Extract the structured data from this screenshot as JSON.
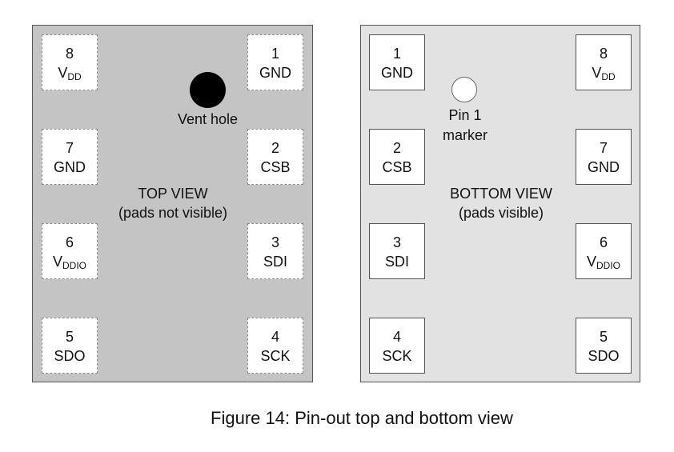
{
  "top_view": {
    "title": "TOP VIEW",
    "subtitle": "(pads not visible)",
    "vent_label": "Vent hole",
    "pads": [
      {
        "num": "8",
        "name": "V",
        "sub": "DD"
      },
      {
        "num": "1",
        "name": "GND",
        "sub": ""
      },
      {
        "num": "7",
        "name": "GND",
        "sub": ""
      },
      {
        "num": "2",
        "name": "CSB",
        "sub": ""
      },
      {
        "num": "6",
        "name": "V",
        "sub": "DDIO"
      },
      {
        "num": "3",
        "name": "SDI",
        "sub": ""
      },
      {
        "num": "5",
        "name": "SDO",
        "sub": ""
      },
      {
        "num": "4",
        "name": "SCK",
        "sub": ""
      }
    ]
  },
  "bottom_view": {
    "title": "BOTTOM VIEW",
    "subtitle": "(pads visible)",
    "marker_label_line1": "Pin 1",
    "marker_label_line2": "marker",
    "pads": [
      {
        "num": "1",
        "name": "GND",
        "sub": ""
      },
      {
        "num": "8",
        "name": "V",
        "sub": "DD"
      },
      {
        "num": "2",
        "name": "CSB",
        "sub": ""
      },
      {
        "num": "7",
        "name": "GND",
        "sub": ""
      },
      {
        "num": "3",
        "name": "SDI",
        "sub": ""
      },
      {
        "num": "6",
        "name": "V",
        "sub": "DDIO"
      },
      {
        "num": "4",
        "name": "SCK",
        "sub": ""
      },
      {
        "num": "5",
        "name": "SDO",
        "sub": ""
      }
    ]
  },
  "caption": "Figure 14: Pin-out top and bottom view",
  "colors": {
    "top_package_fill": "#c4c4c4",
    "bottom_package_fill": "#e2e2e2",
    "vent_hole": "#000000",
    "pad_fill": "#ffffff"
  }
}
